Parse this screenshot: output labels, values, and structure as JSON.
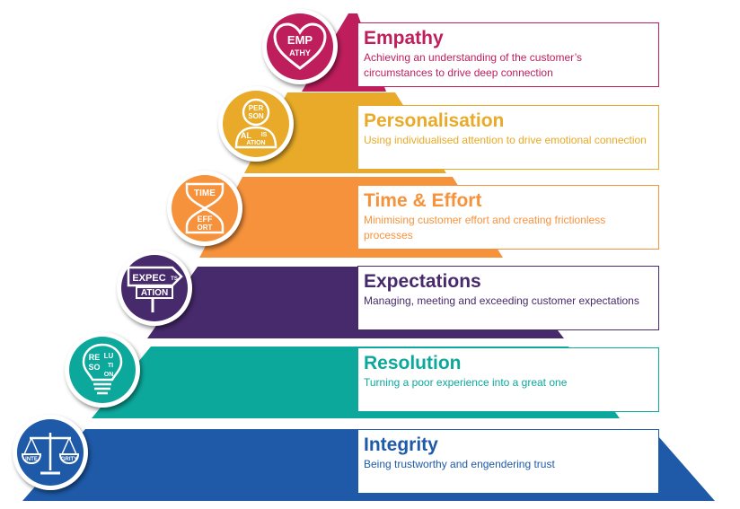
{
  "colors": {
    "empathy": "#BE1E5C",
    "personalisation": "#E8AA28",
    "time_effort": "#F7923C",
    "expectations": "#472A6B",
    "resolution": "#0DA89C",
    "integrity": "#1E5AA8"
  },
  "levels": [
    {
      "title": "Empathy",
      "description": "Achieving an understanding of the customer’s circumstances to drive deep connection",
      "icon": "heart-icon",
      "icon_text": [
        "EMP",
        "ATHY"
      ]
    },
    {
      "title": "Personalisation",
      "description": "Using individualised attention to drive emotional connection",
      "icon": "person-icon",
      "icon_text": [
        "PER",
        "SON",
        "AL",
        "IS",
        "ATION"
      ]
    },
    {
      "title": "Time & Effort",
      "description": "Minimising customer effort and creating frictionless processes",
      "icon": "hourglass-icon",
      "icon_text": [
        "TIME",
        "&",
        "EFF",
        "ORT"
      ]
    },
    {
      "title": "Expectations",
      "description": "Managing, meeting and exceeding customer expectations",
      "icon": "signpost-icon",
      "icon_text": [
        "EXPEC",
        "TS",
        "ATION"
      ]
    },
    {
      "title": "Resolution",
      "description": "Turning a poor experience into a great one",
      "icon": "lightbulb-icon",
      "icon_text": [
        "RE",
        "SO",
        "LU",
        "TI",
        "ON"
      ]
    },
    {
      "title": "Integrity",
      "description": "Being trustworthy and engendering trust",
      "icon": "scales-icon",
      "icon_text": [
        "INTE",
        "GRITY"
      ]
    }
  ]
}
